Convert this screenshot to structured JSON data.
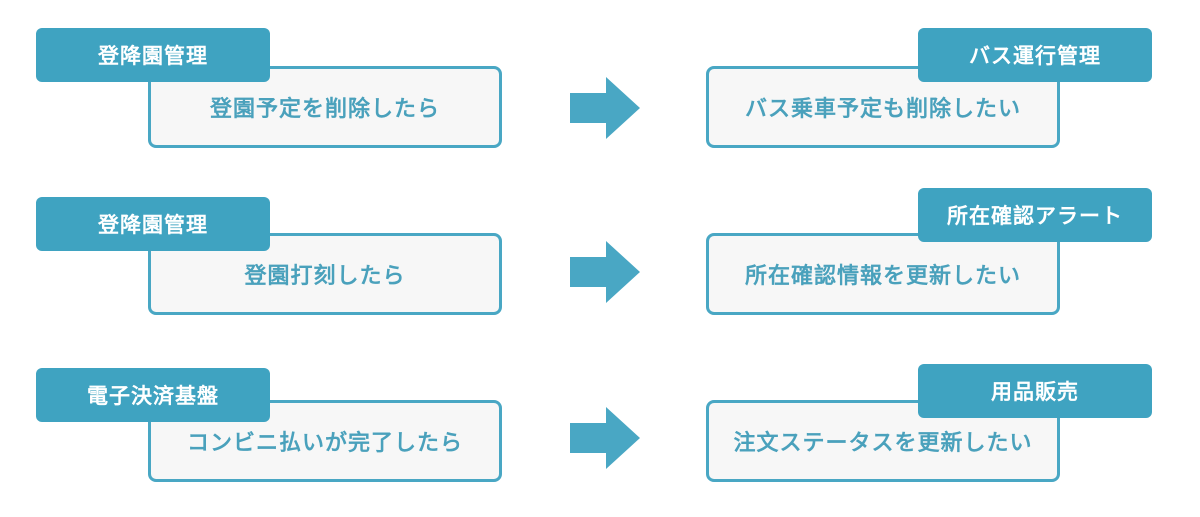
{
  "rows": [
    {
      "left_tag": "登降園管理",
      "left_text": "登園予定を削除したら",
      "right_tag": "バス運行管理",
      "right_text": "バス乗車予定も削除したい"
    },
    {
      "left_tag": "登降園管理",
      "left_text": "登園打刻したら",
      "right_tag": "所在確認アラート",
      "right_text": "所在確認情報を更新したい"
    },
    {
      "left_tag": "電子決済基盤",
      "left_text": "コンビニ払いが完了したら",
      "right_tag": "用品販売",
      "right_text": "注文ステータスを更新したい"
    }
  ],
  "colors": {
    "accent": "#3fa3c1",
    "border": "#49a7c4",
    "box_fill": "#f7f7f7",
    "text": "#4aa1bc",
    "tag_text": "#ffffff"
  },
  "icons": {
    "arrow": "right-arrow-icon"
  }
}
